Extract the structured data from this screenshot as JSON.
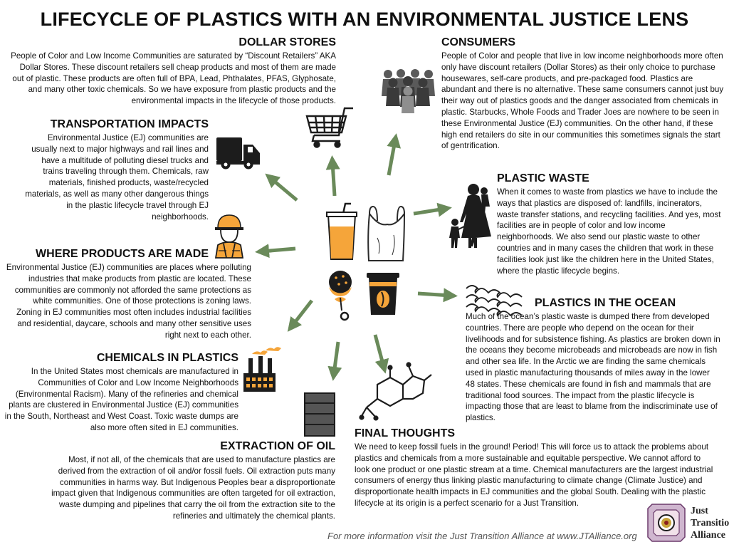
{
  "title": "LIFECYCLE OF PLASTICS WITH AN ENVIRONMENTAL JUSTICE LENS",
  "sections": {
    "dollar_stores": {
      "heading": "DOLLAR STORES",
      "body": "People of Color and Low Income Communities are saturated by “Discount Retailers” AKA Dollar Stores. These discount retailers sell cheap products and most of them are made out of plastic. These products are often full of BPA, Lead, Phthalates, PFAS, Glyphosate, and many other toxic chemicals. So we have exposure from plastic products and the environmental impacts in the lifecycle of those products."
    },
    "consumers": {
      "heading": "CONSUMERS",
      "body": "People of Color and people that live in low income neighborhoods more often only have discount retailers (Dollar Stores) as their only choice to purchase housewares, self-care products, and pre-packaged food. Plastics are abundant and there is no alternative. These same consumers cannot just buy their way out of plastics goods and the danger associated from chemicals in plastic. Starbucks, Whole Foods and Trader Joes are nowhere to be seen in these Environmental Justice (EJ) communities. On the other hand, if these high end retailers do site in our communities this sometimes signals the start of gentrification."
    },
    "transportation": {
      "heading": "TRANSPORTATION IMPACTS",
      "body": "Environmental Justice (EJ) communities are usually next to major highways and rail lines and have a multitude of polluting diesel trucks and trains traveling through them. Chemicals, raw materials, finished products, waste/recycled materials, as well as many other dangerous things in the plastic lifecycle travel through EJ neighborhoods."
    },
    "plastic_waste": {
      "heading": "PLASTIC WASTE",
      "body": "When it comes to waste from plastics we have to include the ways that plastics are disposed of: landfills, incinerators, waste transfer stations, and recycling facilities. And yes, most facilities are in people of color and low income neighborhoods. We also send our plastic waste to other countries and in many cases the children that work in these facilities look just like the children here in the United States, where the plastic lifecycle begins."
    },
    "where_made": {
      "heading": "WHERE PRODUCTS ARE MADE",
      "body": "Environmental Justice (EJ) communities are places where polluting industries that make products from plastic are located. These communities are commonly not afforded the same protections as white communities. One of those protections is zoning laws. Zoning in EJ communities most often includes industrial facilities and residential, daycare, schools and many other sensitive uses right next to each other."
    },
    "ocean": {
      "heading": "PLASTICS IN THE OCEAN",
      "body": "Much of the ocean’s plastic waste is dumped there from developed countries. There are people who depend on the ocean for their livelihoods and for subsistence fishing. As plastics are broken down in the oceans they become microbeads and microbeads are now in fish and other sea life. In the Arctic we are finding the same chemicals used in plastic manufacturing thousands of miles away in the lower 48 states. These chemicals are found in fish and mammals that are traditional food sources. The impact from the plastic lifecycle is impacting those that are least to blame from the indiscriminate use of plastics."
    },
    "chemicals": {
      "heading": "CHEMICALS IN PLASTICS",
      "body": "In the United States most chemicals are manufactured in Communities of Color and Low Income Neighborhoods (Environmental Racism). Many of the refineries and chemical plants are clustered in Environmental Justice (EJ) communities in the South, Northeast and West Coast. Toxic waste dumps are also more often sited in EJ communities."
    },
    "extraction": {
      "heading": "EXTRACTION OF OIL",
      "body": "Most, if not all, of the chemicals that are used to manufacture plastics are derived from the extraction of oil and/or fossil fuels. Oil extraction puts many communities in harms way. But Indigenous Peoples bear a disproportionate impact given that Indigenous communities are often targeted for oil extraction, waste dumping and pipelines that carry the oil from the extraction site to the refineries and ultimately the chemical plants."
    },
    "final": {
      "heading": "FINAL THOUGHTS",
      "body": "We need to keep fossil fuels in the ground! Period! This will force us to attack the problems about plastics and chemicals from a more sustainable and equitable perspective. We cannot afford to look one product or one plastic stream at a time. Chemical manufacturers are the largest industrial consumers of energy thus linking plastic manufacturing to climate change (Climate Justice) and disproportionate health impacts in EJ communities and the global South. Dealing with the plastic lifecycle at its origin is a perfect scenario for a Just Transition."
    }
  },
  "footer": "For more information visit the Just Transition Alliance at www.JTAlliance.org",
  "logo": {
    "line1": "Just",
    "line2": "Transition",
    "line3": "Alliance"
  },
  "colors": {
    "arrow": "#6a8a5a",
    "orange": "#f5a53a",
    "dark": "#1c1c1c",
    "barrel": "#555555"
  }
}
